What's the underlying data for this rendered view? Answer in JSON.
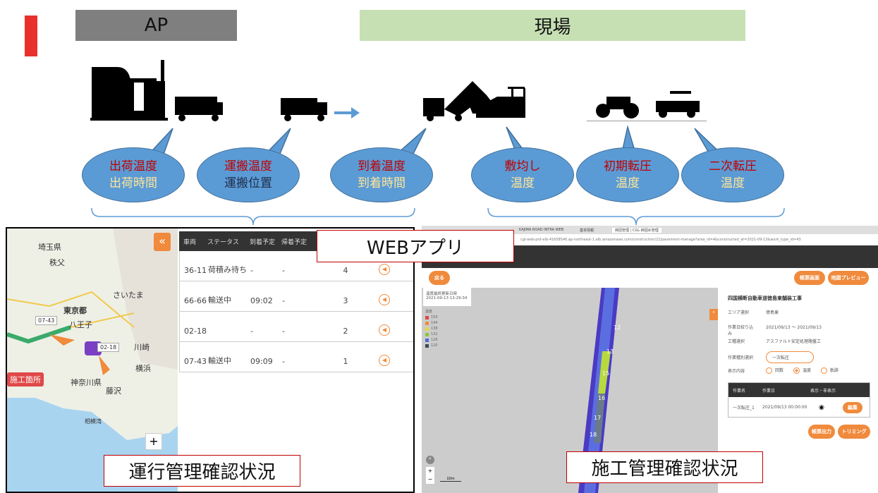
{
  "headers": {
    "ap": "AP",
    "site": "現場"
  },
  "bubbles": [
    {
      "line1": "出荷温度",
      "line2": "出荷時間"
    },
    {
      "line1": "運搬温度",
      "line2": "運搬位置"
    },
    {
      "line1": "到着温度",
      "line2": "到着時間"
    },
    {
      "line1": "敷均し",
      "line2": "温度"
    },
    {
      "line1": "初期転圧",
      "line2": "温度"
    },
    {
      "line1": "二次転圧",
      "line2": "温度"
    }
  ],
  "labels": {
    "web_app": "WEBアプリ",
    "operation": "運行管理確認状況",
    "construction": "施工管理確認状況"
  },
  "left_app": {
    "map_labels": [
      "埼玉県",
      "秩父",
      "さいたま",
      "東京都",
      "八王子",
      "川崎",
      "横浜",
      "神奈川県",
      "藤沢",
      "相模湾",
      "施工箇所",
      "07-43",
      "02-18"
    ],
    "collapse": "«",
    "zoom_plus": "+",
    "columns": [
      "車両",
      "ステータス",
      "到着予定",
      "帰着予定",
      "",
      ""
    ],
    "rows": [
      {
        "vehicle": "36-11",
        "status": "荷積み待ち",
        "arrival": "-",
        "return": "-",
        "order": "4"
      },
      {
        "vehicle": "66-66",
        "status": "輸送中",
        "arrival": "09:02",
        "return": "-",
        "order": "3"
      },
      {
        "vehicle": "02-18",
        "status": "",
        "arrival": "-",
        "return": "-",
        "order": "2"
      },
      {
        "vehicle": "07-43",
        "status": "輸送中",
        "arrival": "09:09",
        "return": "-",
        "order": "1"
      }
    ]
  },
  "right_app": {
    "tabs": [
      "KAJIMA ROAD INTRA WEB",
      "基本情報",
      "締固管理 | CGL-締固め管理"
    ],
    "url": "cgl-web-prd-elb-41658546.ap-northeast-1.elb.amazonaws.com/construction/21/pavement-manage?area_id=4&constructed_at=2021-09-13&work_type_id=43",
    "back": "戻る",
    "btn_form": "帳票画面",
    "btn_preview": "地図プレビュー",
    "updated_label": "温度最終更新日時",
    "updated_value": "2021-09-13 13:29:34",
    "legend_title": "温度",
    "legend": [
      {
        "v": "150",
        "c": "#e04848"
      },
      {
        "v": "144",
        "c": "#f08a3c"
      },
      {
        "v": "138",
        "c": "#e8d840"
      },
      {
        "v": "132",
        "c": "#8cc63e"
      },
      {
        "v": "126",
        "c": "#4a6ed8"
      },
      {
        "v": "120",
        "c": "#3c4a5c"
      }
    ],
    "station_labels": [
      "12",
      "13",
      "15",
      "16",
      "17",
      "18"
    ],
    "project": "四国横断自動車道徳島東舗装工事",
    "fields": [
      {
        "k": "エリア選択",
        "v": "徳島東"
      },
      {
        "k": "作業日絞り込み",
        "v": "2021/09/13 ～ 2021/09/13"
      },
      {
        "k": "工種選択",
        "v": "アスファルト安定処理路盤工"
      }
    ],
    "work_type_label": "作業種別選択",
    "work_type_value": "一次転圧",
    "display_label": "表示内容",
    "radios": [
      "回数",
      "温度",
      "軌跡"
    ],
    "radio_selected": "温度",
    "table_cols": [
      "作業名",
      "作業日",
      "表示・非表示"
    ],
    "table_row": {
      "name": "一次転圧_1",
      "date": "2021/09/13 00:00:00",
      "btn": "編集"
    },
    "btn_export": "帳票出力",
    "btn_trim": "トリミング",
    "scale": "10m",
    "accent": "#f08a3c"
  }
}
